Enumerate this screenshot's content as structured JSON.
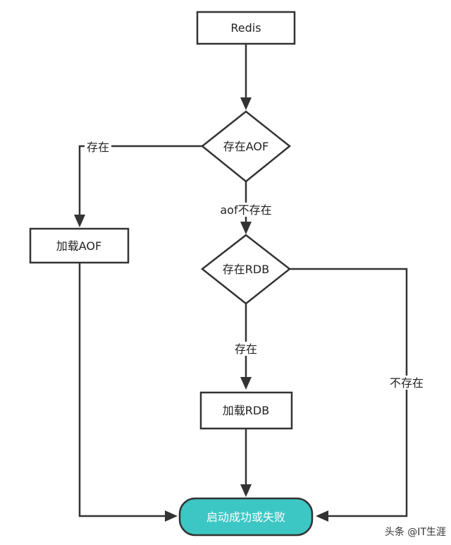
{
  "nodes": {
    "redis": "Redis",
    "exists_aof": "存在AOF",
    "load_aof": "加载AOF",
    "exists_rdb": "存在RDB",
    "load_rdb": "加载RDB",
    "start_result": "启动成功或失败"
  },
  "edges": {
    "aof_exists": "存在",
    "aof_not_exists": "aof不存在",
    "rdb_exists": "存在",
    "rdb_not_exists": "不存在"
  },
  "colors": {
    "end_fill": "#3CC7C4",
    "stroke": "#333333"
  },
  "watermark": "头条 @IT生涯"
}
